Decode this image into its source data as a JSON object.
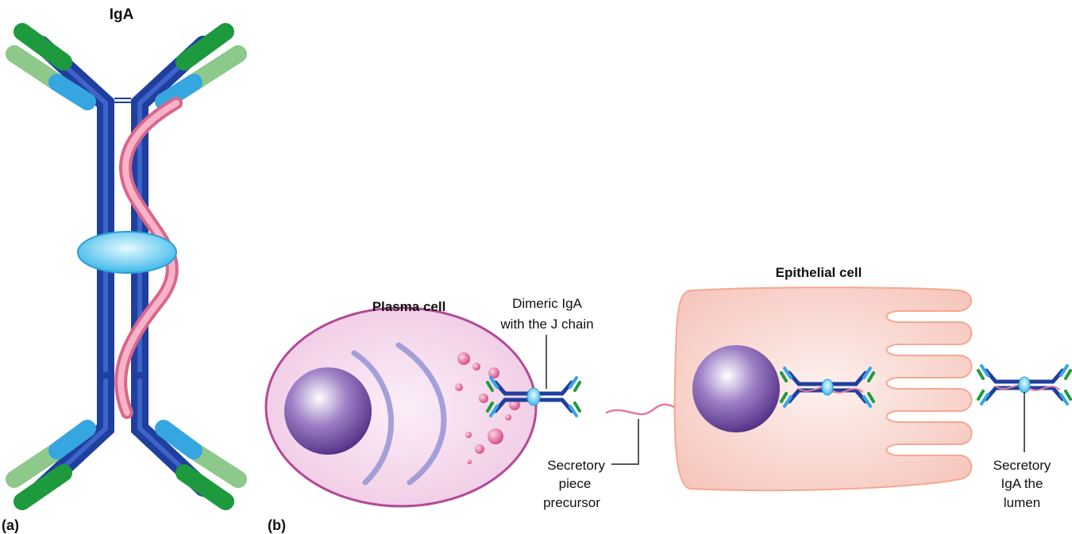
{
  "panel_a": {
    "title": "IgA",
    "letter": "(a)"
  },
  "panel_b": {
    "letter": "(b)",
    "plasma_cell_label": "Plasma cell",
    "dimeric_label_line1": "Dimeric IgA",
    "dimeric_label_line2": "with the J chain",
    "epithelial_cell_label": "Epithelial cell",
    "secretory_piece_line1": "Secretory",
    "secretory_piece_line2": "piece",
    "secretory_piece_line3": "precursor",
    "secretory_iga_line1": "Secretory",
    "secretory_iga_line2": "IgA the",
    "secretory_iga_line3": "lumen"
  },
  "colors": {
    "heavy_chain": "#1f3f9e",
    "heavy_chain_light": "#3e63c9",
    "light_chain_green": "#1e9a3e",
    "light_chain_pale": "#8cc98a",
    "light_chain_blue": "#36a6e0",
    "j_chain": "#6fd0f0",
    "secretory_piece": "#f08aa8",
    "plasma_cell": "#f4d3ea",
    "plasma_border": "#b24a98",
    "epithelial_cell": "#f9d2cc",
    "epithelial_border": "#f5a88e",
    "nucleus": "#7b52a8"
  }
}
